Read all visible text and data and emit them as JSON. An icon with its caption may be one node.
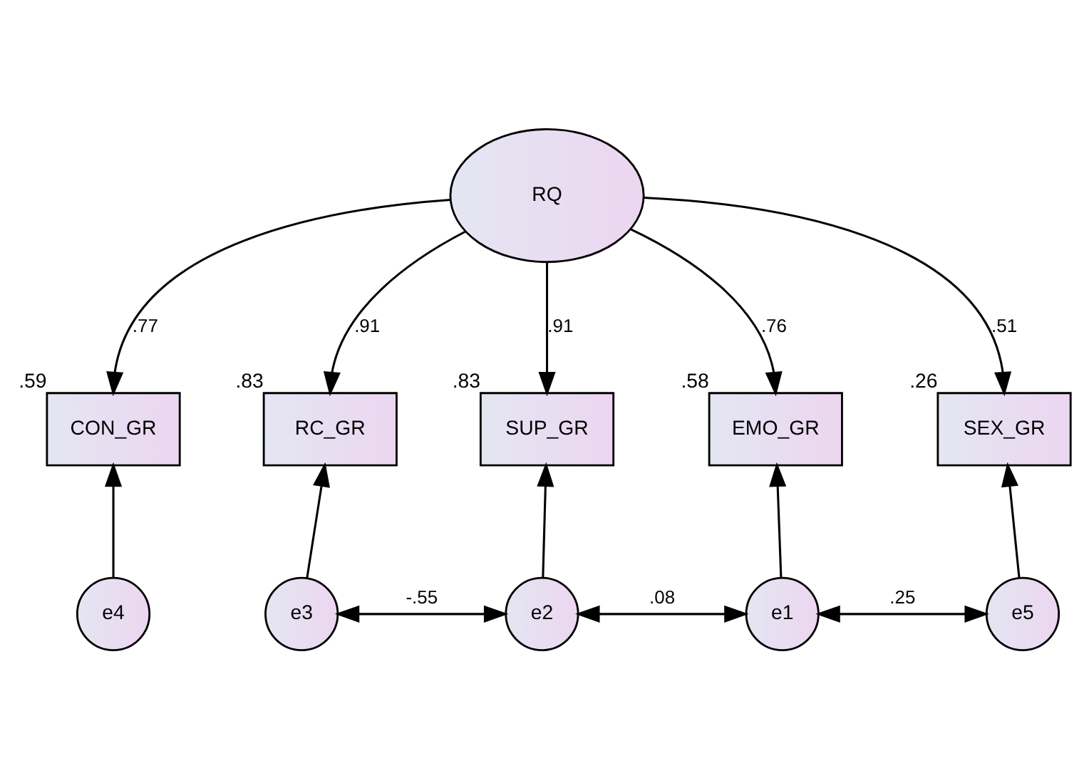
{
  "diagram": {
    "nodes": [
      {
        "text": [
          "RQ"
        ]
      },
      {
        "text": [
          "CON_GR"
        ],
        "beside": [
          ".59"
        ]
      },
      {
        "text": [
          "RC_GR"
        ],
        "beside": [
          ".83"
        ]
      },
      {
        "text": [
          "SUP_GR"
        ],
        "beside": [
          ".83"
        ]
      },
      {
        "text": [
          "EMO_GR"
        ],
        "beside": [
          ".58"
        ]
      },
      {
        "text": [
          "SEX_GR"
        ],
        "beside": [
          ".26"
        ]
      },
      {
        "text": [
          "e4"
        ]
      },
      {
        "text": [
          "e3"
        ]
      },
      {
        "text": [
          "e2"
        ]
      },
      {
        "text": [
          "e1"
        ]
      },
      {
        "text": [
          "e5"
        ]
      }
    ],
    "edges": [
      {
        "from": 0,
        "to": 1,
        "arrow": "to",
        "label": ".77"
      },
      {
        "from": 0,
        "to": 2,
        "arrow": "to",
        "label": ".91"
      },
      {
        "from": 0,
        "to": 3,
        "arrow": "to",
        "label": ".91"
      },
      {
        "from": 0,
        "to": 4,
        "arrow": "to",
        "label": ".76"
      },
      {
        "from": 0,
        "to": 5,
        "arrow": "to",
        "label": ".51"
      },
      {
        "from": 6,
        "to": 1,
        "arrow": "to"
      },
      {
        "from": 7,
        "to": 2,
        "arrow": "to"
      },
      {
        "from": 8,
        "to": 3,
        "arrow": "to"
      },
      {
        "from": 9,
        "to": 4,
        "arrow": "to"
      },
      {
        "from": 10,
        "to": 5,
        "arrow": "to"
      },
      {
        "from": 7,
        "to": 8,
        "arrow": "both",
        "label": "-.55"
      },
      {
        "from": 8,
        "to": 9,
        "arrow": "both",
        "label": ".08"
      },
      {
        "from": 9,
        "to": 10,
        "arrow": "both",
        "label": ".25"
      }
    ]
  }
}
